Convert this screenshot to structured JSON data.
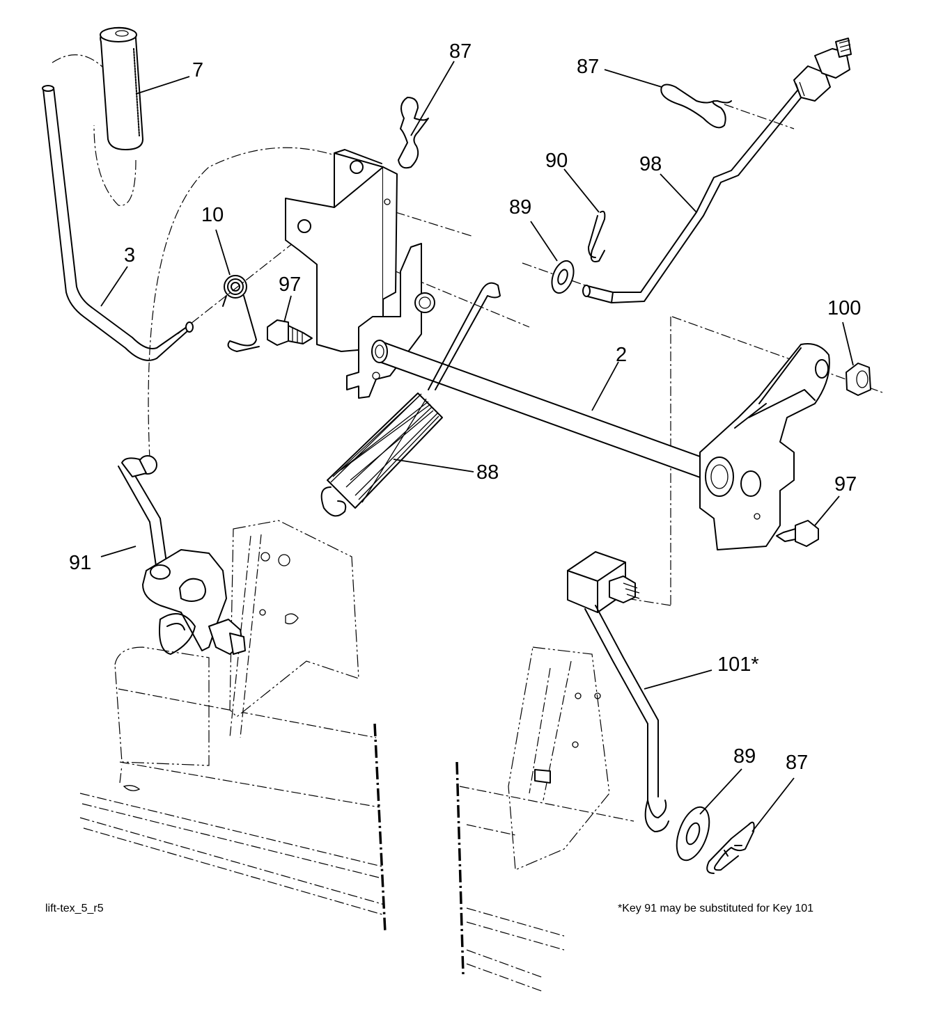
{
  "diagram": {
    "drawing_id": "lift-tex_5_r5",
    "footnote": "*Key 91 may be substituted for Key 101",
    "callouts": [
      {
        "id": "c7",
        "text": "7"
      },
      {
        "id": "c87a",
        "text": "87"
      },
      {
        "id": "c87b",
        "text": "87"
      },
      {
        "id": "c90",
        "text": "90"
      },
      {
        "id": "c98",
        "text": "98"
      },
      {
        "id": "c89a",
        "text": "89"
      },
      {
        "id": "c10",
        "text": "10"
      },
      {
        "id": "c97a",
        "text": "97"
      },
      {
        "id": "c3",
        "text": "3"
      },
      {
        "id": "c100",
        "text": "100"
      },
      {
        "id": "c2",
        "text": "2"
      },
      {
        "id": "c88",
        "text": "88"
      },
      {
        "id": "c97b",
        "text": "97"
      },
      {
        "id": "c91",
        "text": "91"
      },
      {
        "id": "c101",
        "text": "101*"
      },
      {
        "id": "c89b",
        "text": "89"
      },
      {
        "id": "c87c",
        "text": "87"
      }
    ]
  }
}
